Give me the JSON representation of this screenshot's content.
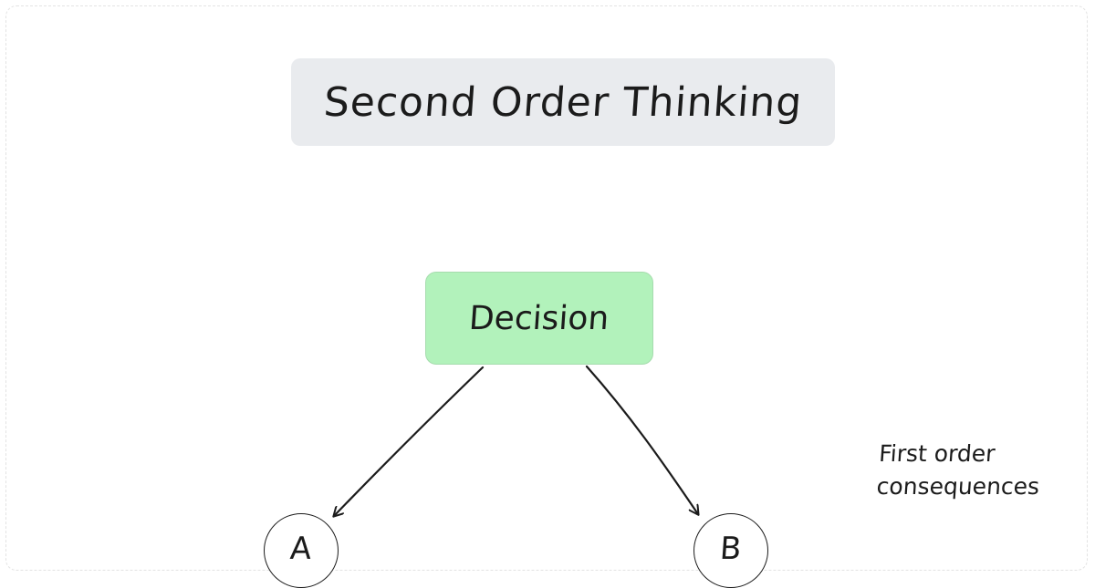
{
  "title": "Second Order Thinking",
  "decision": "Decision",
  "nodes": {
    "a": "A",
    "b": "B"
  },
  "note": {
    "line1": "First order",
    "line2": "consequences"
  },
  "colors": {
    "title_bg": "#e9ebee",
    "decision_bg": "#b2f2bb",
    "stroke": "#1b1b1b"
  }
}
